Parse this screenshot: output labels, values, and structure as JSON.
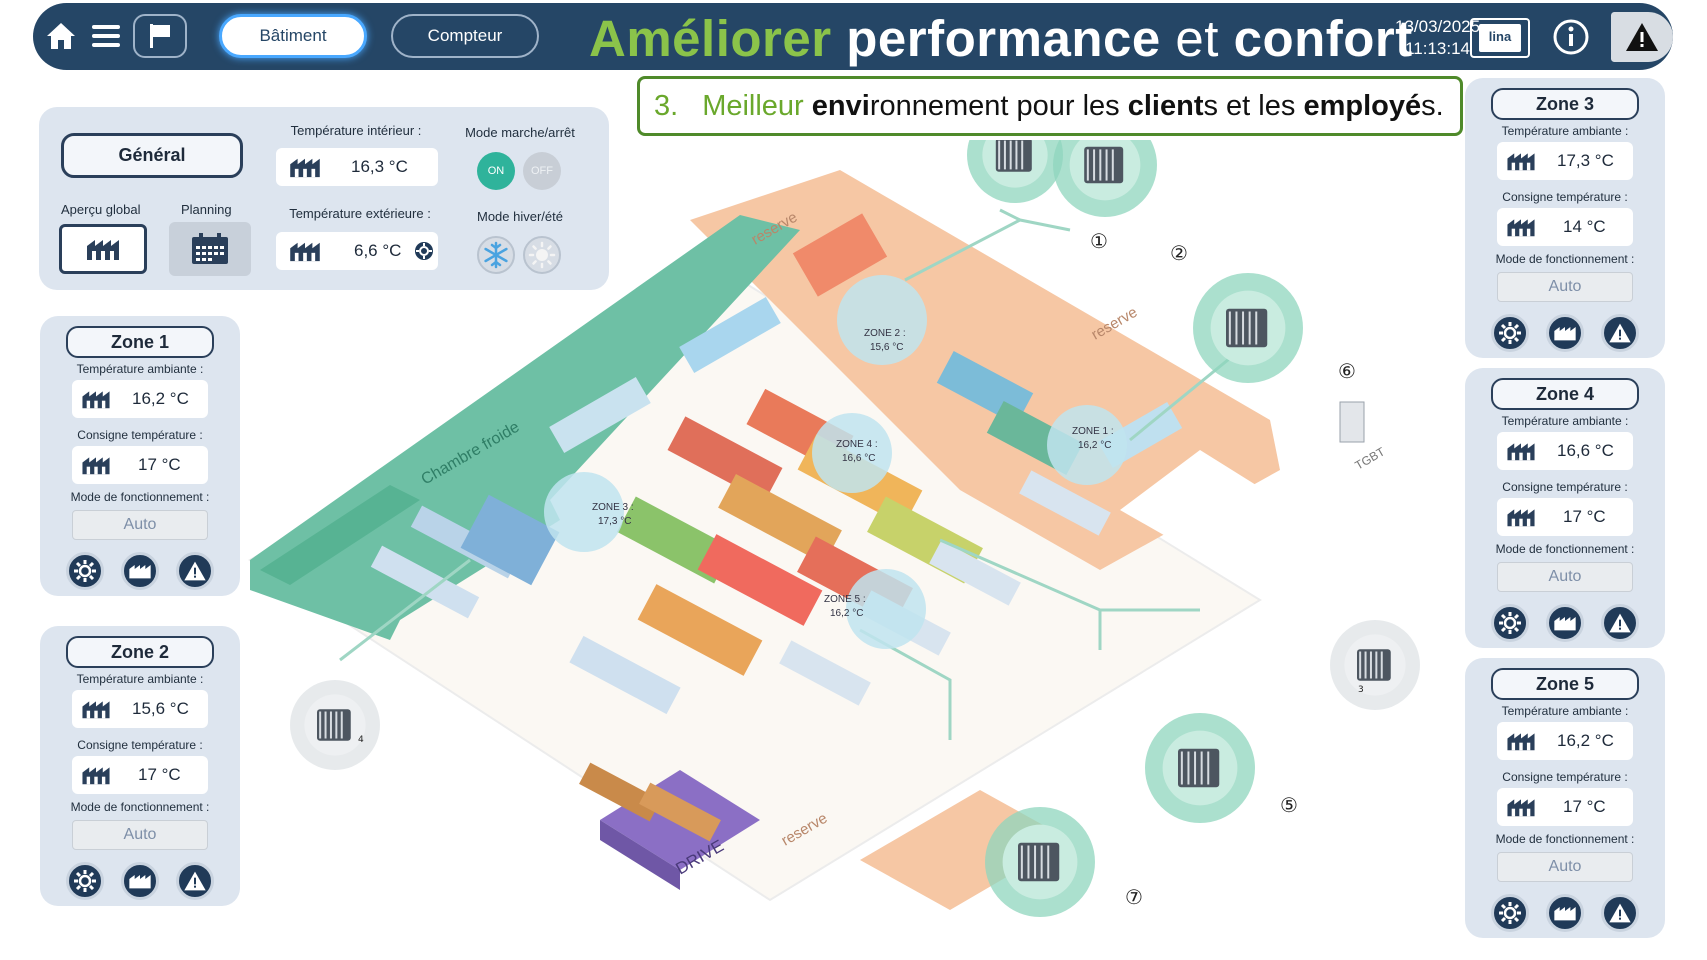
{
  "header": {
    "home_icon": "home-icon",
    "menu_icon": "menu-icon",
    "flag_icon": "flag-icon",
    "tab_batiment": "Bâtiment",
    "tab_compteur": "Compteur",
    "title_part1": "Améliorer",
    "title_part2": "performance",
    "title_part3": "et",
    "title_part4": "confort",
    "date": "13/03/2025",
    "time": "11:13:14",
    "logo_text": "lina",
    "info_icon": "info-icon",
    "alert_icon": "warning-icon",
    "colors": {
      "bar": "#254666",
      "accent_green": "#8bc34a"
    }
  },
  "subtitle": {
    "number": "3.",
    "w1": "Meilleur",
    "w2": "envi",
    "w3": "ronnement pour les",
    "w4": "client",
    "w5": "s et les",
    "w6": "employé",
    "w7": "s."
  },
  "general": {
    "button": "Général",
    "overview_label": "Aperçu global",
    "planning_label": "Planning",
    "temp_int_label": "Température intérieur :",
    "temp_int_value": "16,3 °C",
    "temp_ext_label": "Température extérieure :",
    "temp_ext_value": "6,6 °C",
    "mode_label": "Mode marche/arrêt",
    "on_label": "ON",
    "off_label": "OFF",
    "season_label": "Mode hiver/été"
  },
  "zone_common": {
    "ambient_label": "Température ambiante :",
    "setpoint_label": "Consigne température :",
    "mode_label": "Mode de fonctionnement :",
    "mode_value": "Auto"
  },
  "zones": [
    {
      "title": "Zone 1",
      "ambient": "16,2 °C",
      "setpoint": "17 °C"
    },
    {
      "title": "Zone 2",
      "ambient": "15,6 °C",
      "setpoint": "17 °C"
    },
    {
      "title": "Zone 3",
      "ambient": "17,3 °C",
      "setpoint": "14 °C"
    },
    {
      "title": "Zone 4",
      "ambient": "16,6 °C",
      "setpoint": "17 °C"
    },
    {
      "title": "Zone 5",
      "ambient": "16,2 °C",
      "setpoint": "17 °C"
    }
  ],
  "map": {
    "labels": {
      "reserve": "reserve",
      "chambre_froide": "Chambre froide",
      "drive": "DRIVE",
      "tgbt": "TGBT"
    },
    "zones": [
      {
        "l1": "ZONE 1 :",
        "l2": "16,2 °C"
      },
      {
        "l1": "ZONE 2 :",
        "l2": "15,6 °C"
      },
      {
        "l1": "ZONE 3 :",
        "l2": "17,3 °C"
      },
      {
        "l1": "ZONE 4 :",
        "l2": "16,6 °C"
      },
      {
        "l1": "ZONE 5 :",
        "l2": "16,2 °C"
      }
    ],
    "unit_numbers": [
      "①",
      "②",
      "3",
      "4",
      "⑤",
      "⑥",
      "⑦"
    ]
  }
}
